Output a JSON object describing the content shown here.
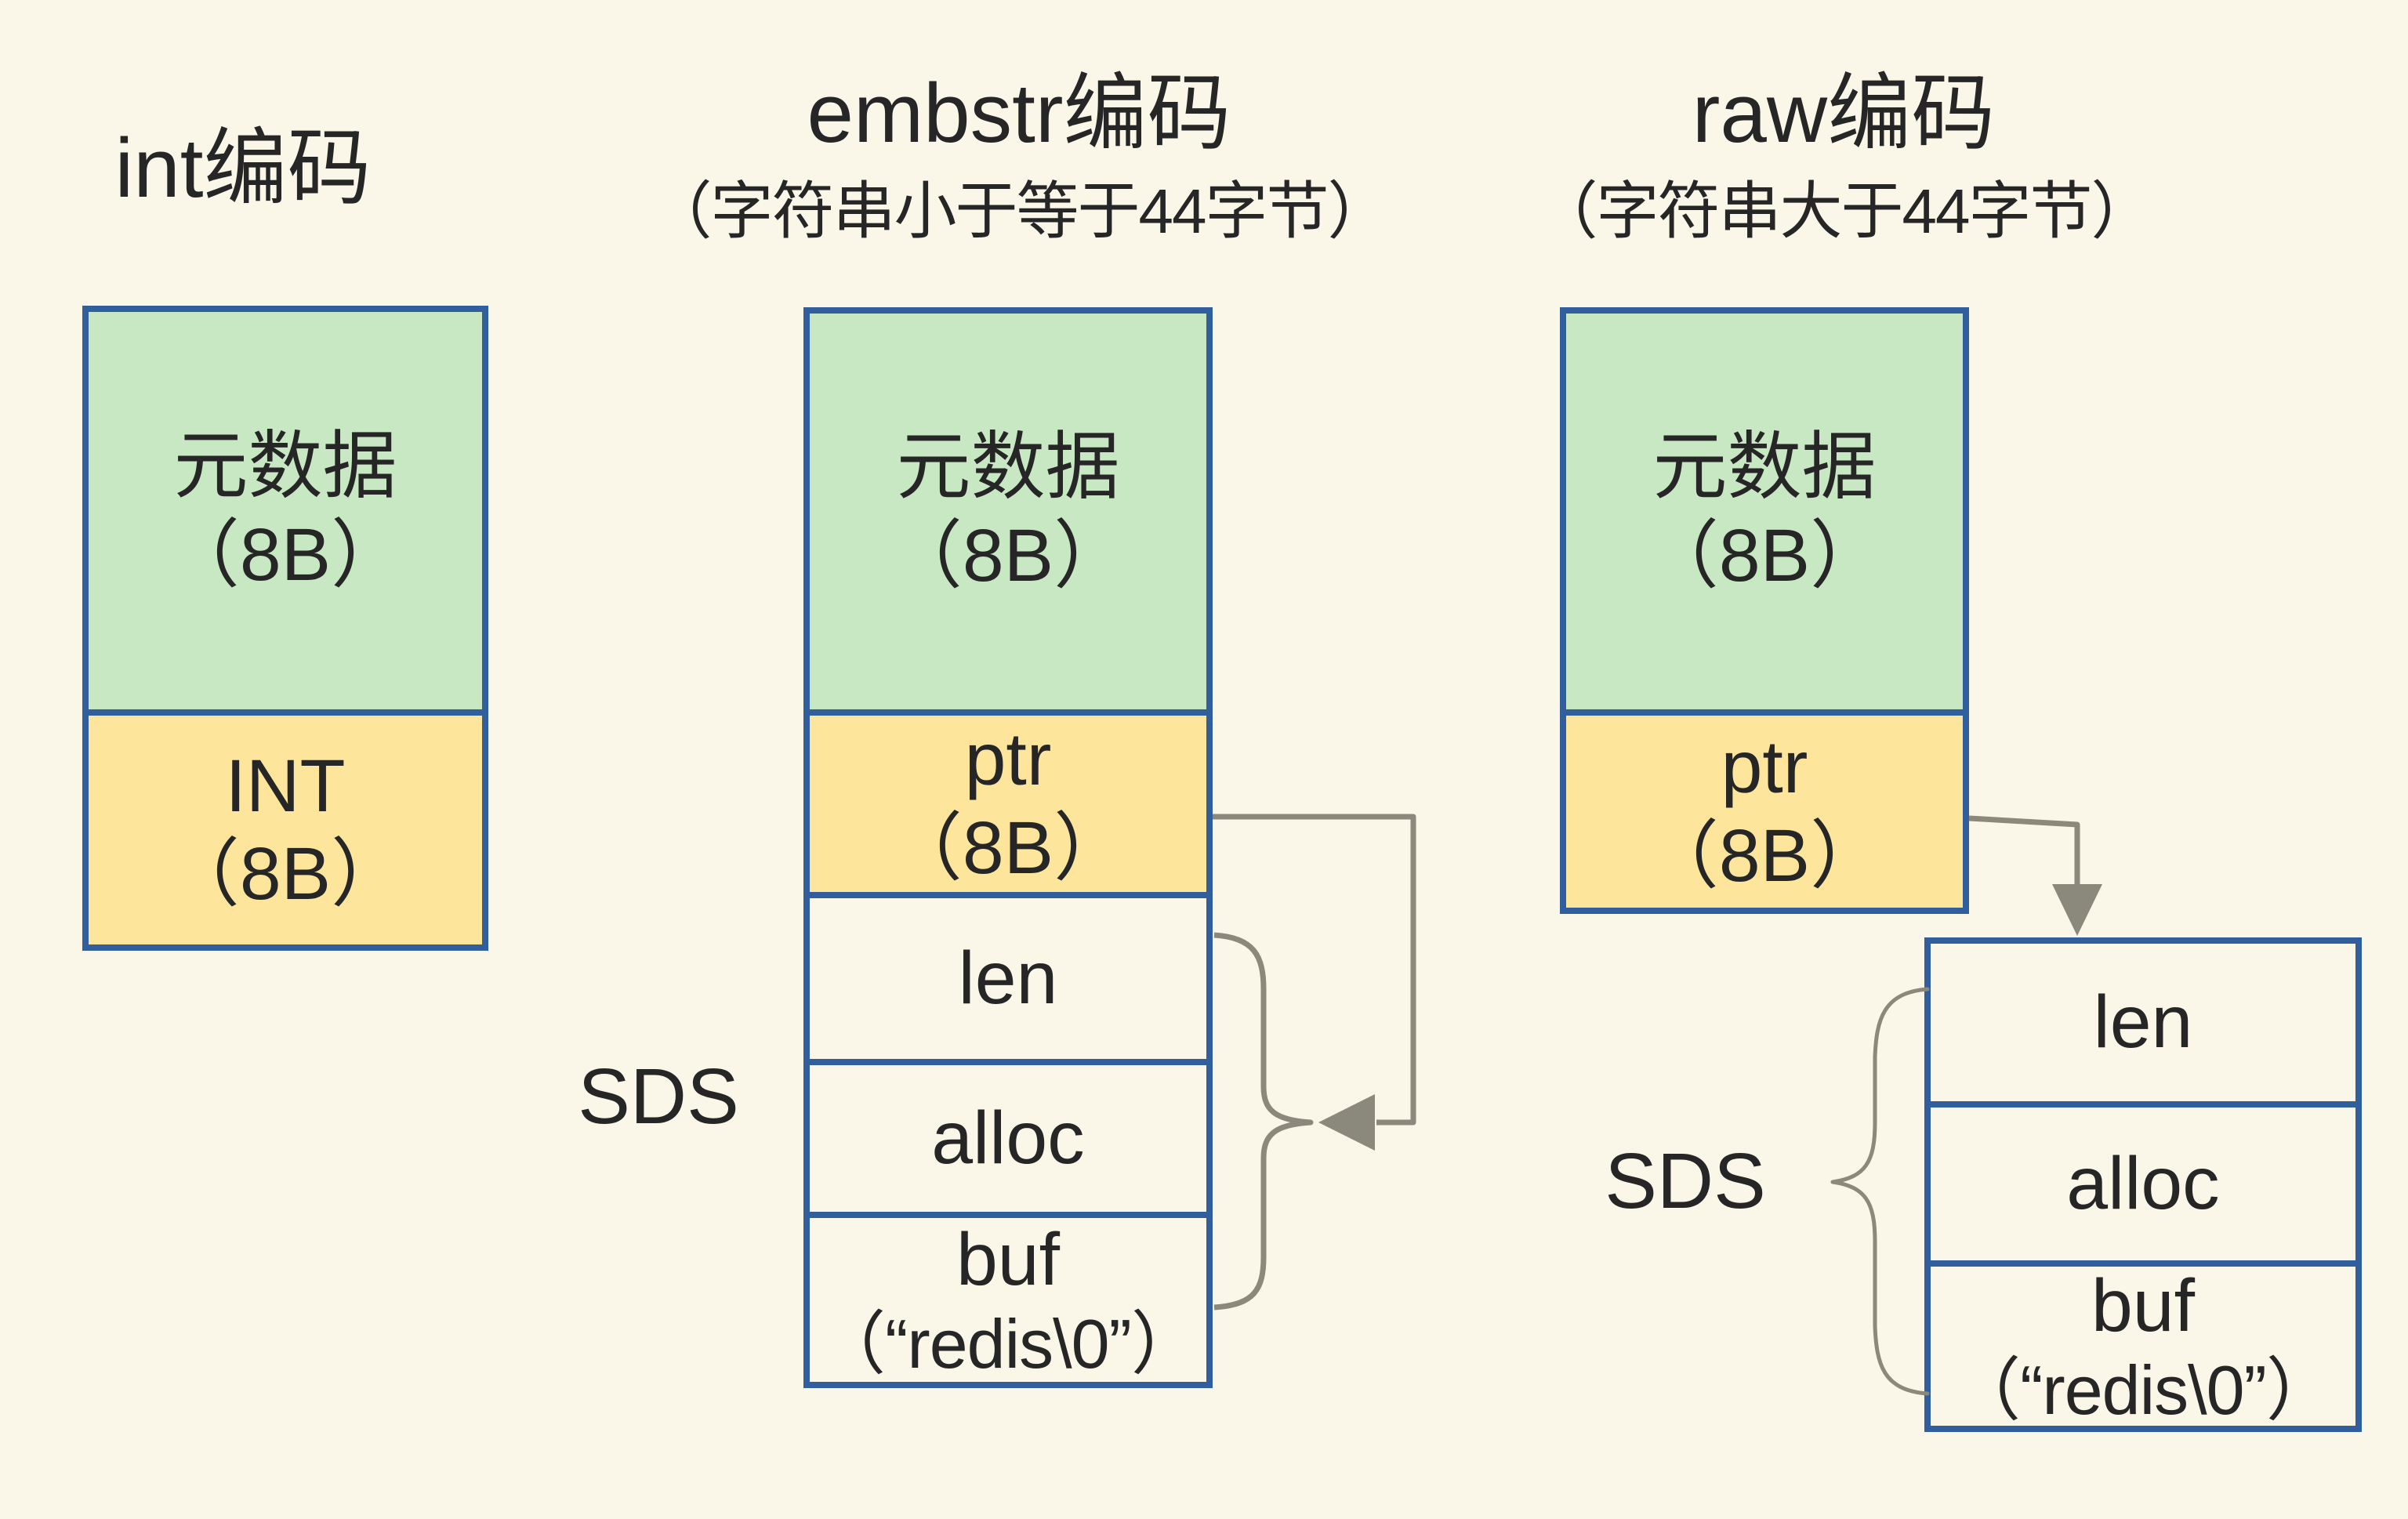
{
  "colors": {
    "background": "#faf6e8",
    "green": "#c7e8c2",
    "yellow": "#fde69c",
    "border": "#315f9d",
    "line": "#8b887c",
    "text": "#262626"
  },
  "titles": {
    "int": {
      "title": "int编码"
    },
    "embstr": {
      "title": "embstr编码",
      "subtitle": "（字符串小于等于44字节）"
    },
    "raw": {
      "title": "raw编码",
      "subtitle": "（字符串大于44字节）"
    }
  },
  "int_box": {
    "meta_label": "元数据",
    "meta_size": "（8B）",
    "value_label": "INT",
    "value_size": "（8B）"
  },
  "embstr_box": {
    "meta_label": "元数据",
    "meta_size": "（8B）",
    "ptr_label": "ptr",
    "ptr_size": "（8B）",
    "len": "len",
    "alloc": "alloc",
    "buf": "buf",
    "buf_value": "（“redis\\0”）",
    "sds": "SDS"
  },
  "raw_box": {
    "meta_label": "元数据",
    "meta_size": "（8B）",
    "ptr_label": "ptr",
    "ptr_size": "（8B）",
    "len": "len",
    "alloc": "alloc",
    "buf": "buf",
    "buf_value": "（“redis\\0”）",
    "sds": "SDS"
  }
}
